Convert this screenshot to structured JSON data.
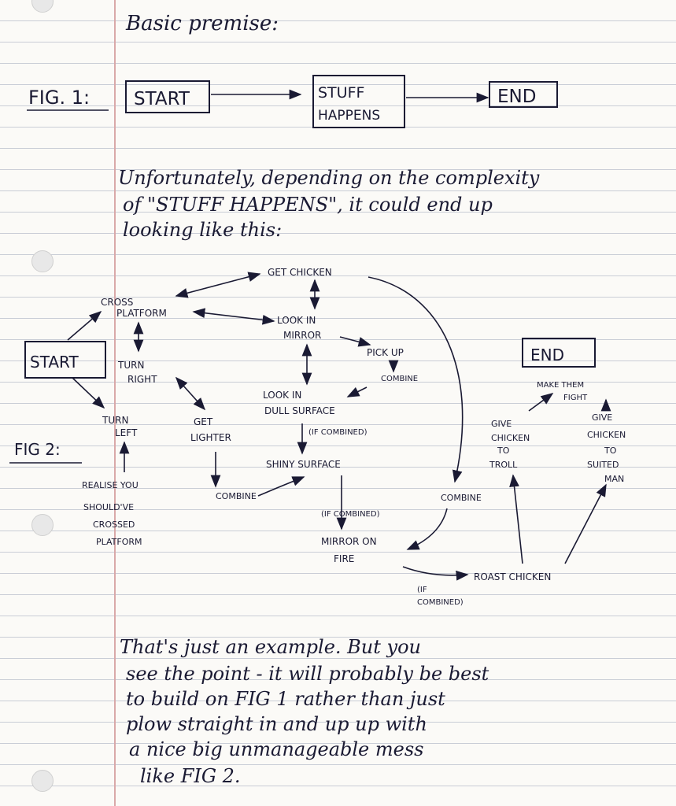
{
  "heading": "Basic premise:",
  "fig1": {
    "label": "FIG. 1:",
    "start": "START",
    "stuff_line1": "STUFF",
    "stuff_line2": "HAPPENS",
    "end": "END"
  },
  "paragraph1": [
    "Unfortunately, depending on the complexity",
    "of \"STUFF HAPPENS\", it could end up",
    "looking like this:"
  ],
  "fig2": {
    "label": "FIG 2:",
    "nodes": {
      "start": "START",
      "end": "END",
      "get_chicken": "GET CHICKEN",
      "cross_platform_1": "CROSS",
      "cross_platform_2": "PLATFORM",
      "look_mirror_1": "LOOK IN",
      "look_mirror_2": "MIRROR",
      "pick_up": "PICK UP",
      "combine_top": "COMBINE",
      "turn_right_1": "TURN",
      "turn_right_2": "RIGHT",
      "turn_left_1": "TURN",
      "turn_left_2": "LEFT",
      "get_lighter_1": "GET",
      "get_lighter_2": "LIGHTER",
      "look_dull_1": "LOOK IN",
      "look_dull_2": "DULL SURFACE",
      "if_combined_1": "(IF COMBINED)",
      "shiny_surface": "SHINY SURFACE",
      "combine_left": "COMBINE",
      "if_combined_2": "(IF COMBINED)",
      "mirror_fire_1": "MIRROR ON",
      "mirror_fire_2": "FIRE",
      "realise_1": "REALISE YOU",
      "realise_2": "SHOULD'VE",
      "realise_3": "CROSSED",
      "realise_4": "PLATFORM",
      "combine_right": "COMBINE",
      "roast_chicken": "ROAST CHICKEN",
      "if_combined_3a": "(IF",
      "if_combined_3b": "COMBINED)",
      "make_fight_1": "MAKE THEM",
      "make_fight_2": "FIGHT",
      "give_troll_1": "GIVE",
      "give_troll_2": "CHICKEN",
      "give_troll_3": "TO",
      "give_troll_4": "TROLL",
      "give_man_1": "GIVE",
      "give_man_2": "CHICKEN",
      "give_man_3": "TO",
      "give_man_4": "SUITED",
      "give_man_5": "MAN"
    }
  },
  "paragraph2": [
    "That's just an example. But you",
    "see the point - it will probably be best",
    "to build on FIG 1 rather than just",
    "plow straight in and up up with",
    "a nice big unmanageable mess",
    "like FIG 2."
  ]
}
